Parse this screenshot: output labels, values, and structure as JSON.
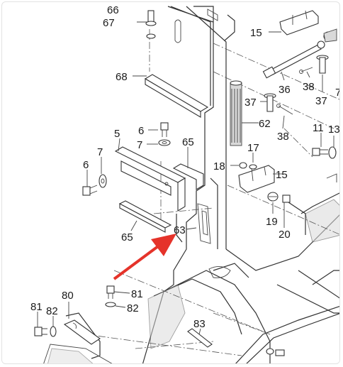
{
  "labels": {
    "l66": "66",
    "l67": "67",
    "l68": "68",
    "l15a": "15",
    "l36": "36",
    "l38a": "38",
    "l37a": "37",
    "l37b": "37",
    "l62": "62",
    "l38b": "38",
    "l7a": "7",
    "l5": "5",
    "l6a": "6",
    "l7b": "7",
    "l65a": "65",
    "l7c": "7",
    "l6b": "6",
    "l18": "18",
    "l17": "17",
    "l15b": "15",
    "l11": "11",
    "l13": "13",
    "l19": "19",
    "l20": "20",
    "l65b": "65",
    "l63": "63",
    "l80": "80",
    "l81a": "81",
    "l82a": "82",
    "l81b": "81",
    "l82b": "82",
    "l83": "83"
  },
  "colors": {
    "highlight_arrow": "#e5332a",
    "line": "#333333"
  }
}
